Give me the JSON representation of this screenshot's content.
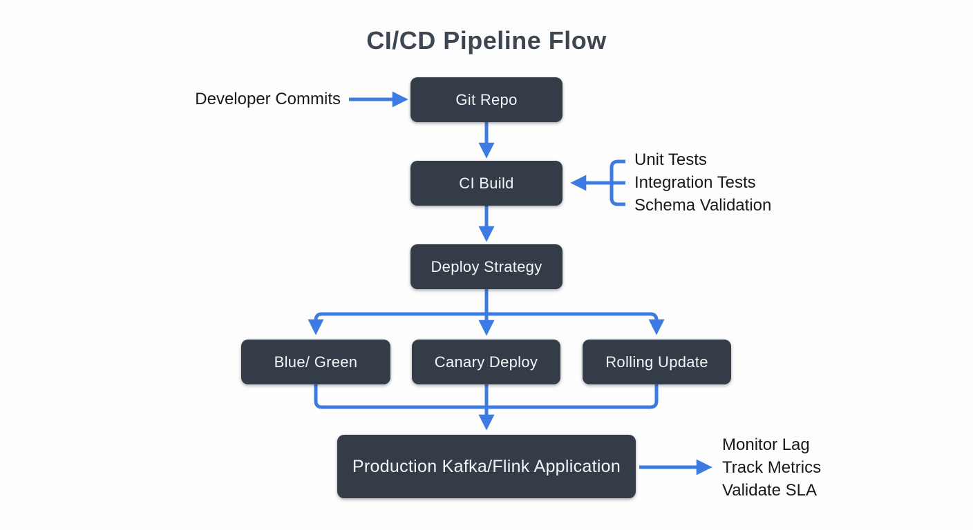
{
  "title": "CI/CD Pipeline Flow",
  "colors": {
    "background": "#fdfdfd",
    "node_fill": "#343d47",
    "node_text": "#f2f5f6",
    "arrow": "#3c7ce2",
    "title_text": "#3e4751",
    "label_text": "#16191d"
  },
  "nodes": {
    "git_repo": {
      "label": "Git Repo"
    },
    "ci_build": {
      "label": "CI Build"
    },
    "deploy_strategy": {
      "label": "Deploy Strategy"
    },
    "blue_green": {
      "label": "Blue/ Green"
    },
    "canary_deploy": {
      "label": "Canary Deploy"
    },
    "rolling_update": {
      "label": "Rolling Update"
    },
    "production": {
      "label": "Production Kafka/Flink Application"
    }
  },
  "annotations": {
    "developer_commits": "Developer Commits",
    "ci_checks": [
      "Unit Tests",
      "Integration Tests",
      "Schema Validation"
    ],
    "monitoring": [
      "Monitor Lag",
      "Track Metrics",
      "Validate SLA"
    ]
  },
  "edges": [
    "developer-commits -> git-repo",
    "git-repo -> ci-build",
    "ci-checks -> ci-build",
    "ci-build -> deploy-strategy",
    "deploy-strategy -> blue-green",
    "deploy-strategy -> canary-deploy",
    "deploy-strategy -> rolling-update",
    "blue-green -> production",
    "canary-deploy -> production",
    "rolling-update -> production",
    "production -> monitoring"
  ]
}
